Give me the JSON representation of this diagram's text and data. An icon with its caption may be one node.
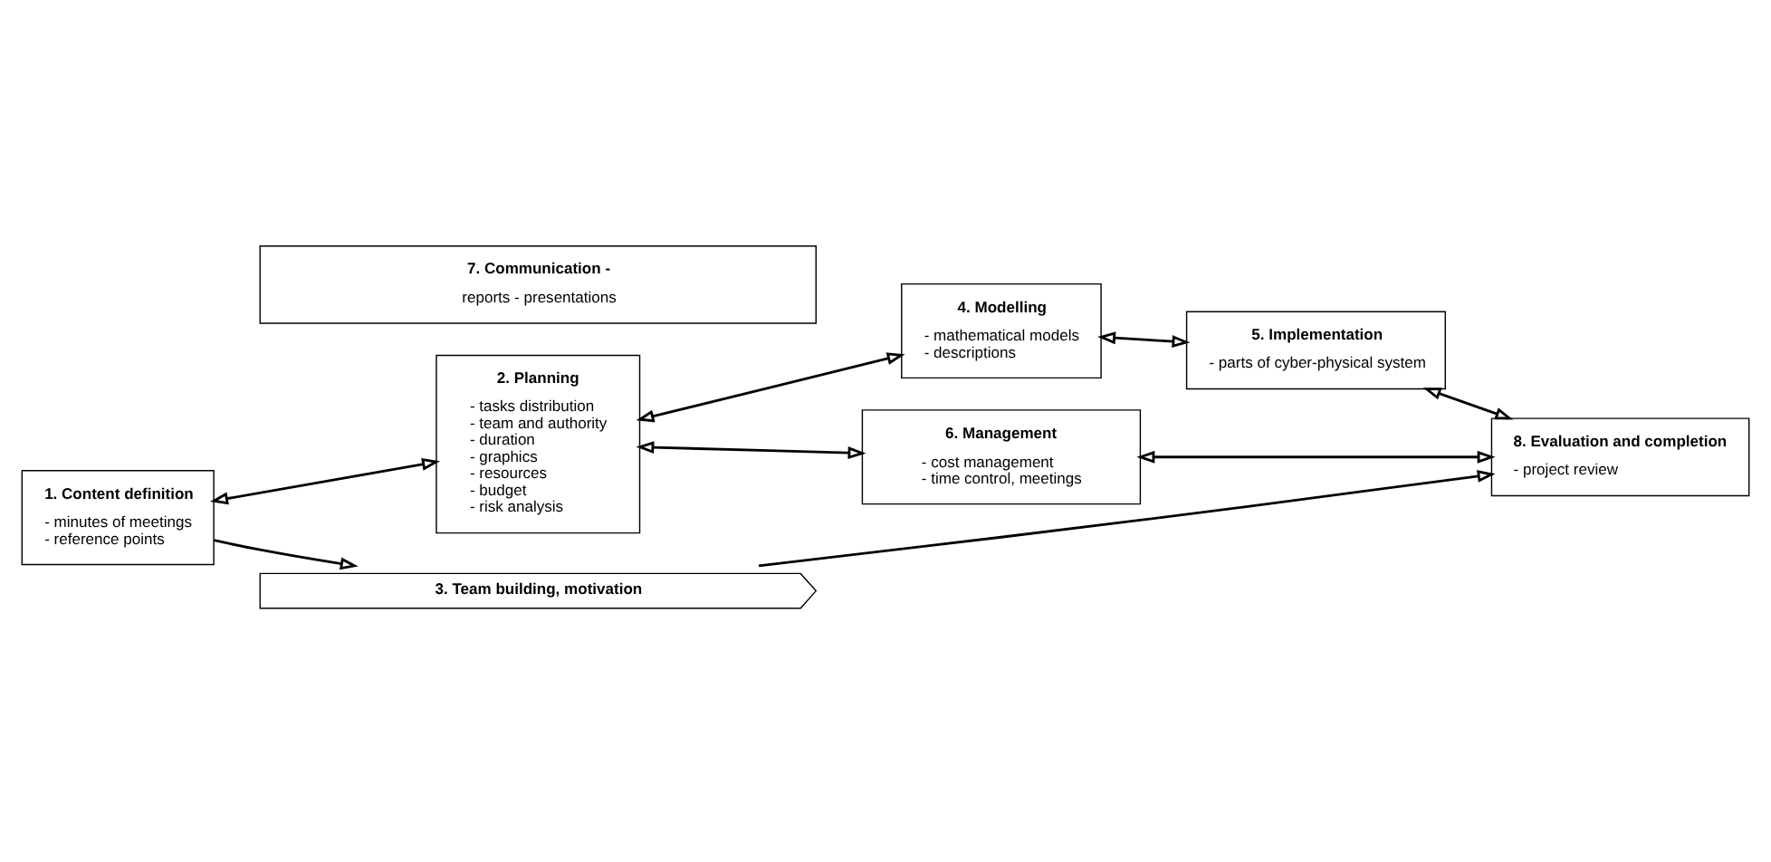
{
  "diagram": {
    "nodes": [
      {
        "text": [
          "7. Communication -",
          "reports - presentations"
        ]
      },
      {
        "text": [
          "1. Content definition",
          "- minutes of meetings - reference points"
        ]
      },
      {
        "text": [
          "2. Planning",
          "- tasks distribution - team and authority - duration - graphics - resources - budget - risk analysis"
        ]
      },
      {
        "text": [
          "4. Modelling",
          "- mathematical models - descriptions"
        ]
      },
      {
        "text": [
          "5. Implementation",
          "- parts of cyber-physical system"
        ]
      },
      {
        "text": [
          "8. Evaluation and completion",
          "- project review"
        ]
      },
      {
        "text": [
          "6. Management",
          "- cost management - time control, meetings"
        ]
      },
      {
        "text": [
          "3. Team building, motivation"
        ]
      }
    ],
    "edges": [
      {
        "from": 1,
        "to": 2,
        "arrow": "both"
      },
      {
        "from": 2,
        "to": 3,
        "arrow": "both"
      },
      {
        "from": 3,
        "to": 4,
        "arrow": "both"
      },
      {
        "from": 4,
        "to": 5,
        "arrow": "both"
      },
      {
        "from": 2,
        "to": 6,
        "arrow": "both"
      },
      {
        "from": 6,
        "to": 5,
        "arrow": "both"
      },
      {
        "from": 1,
        "to": 7,
        "arrow": "to"
      },
      {
        "from": 7,
        "to": 5,
        "arrow": "to"
      }
    ]
  }
}
